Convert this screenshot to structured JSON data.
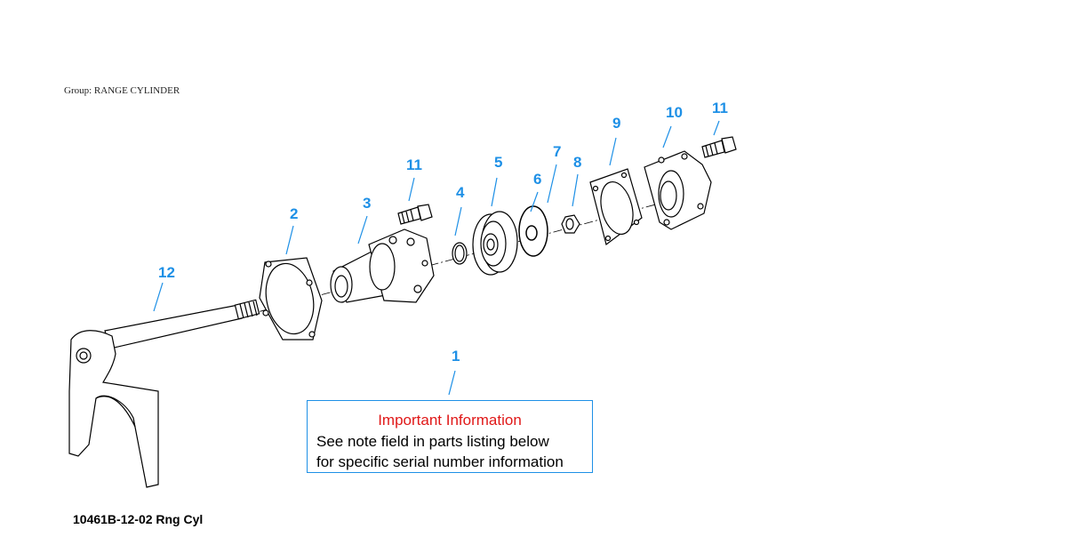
{
  "group_label": "Group: RANGE CYLINDER",
  "callouts": {
    "c1": "1",
    "c2": "2",
    "c3": "3",
    "c4": "4",
    "c5": "5",
    "c6": "6",
    "c7": "7",
    "c8": "8",
    "c9": "9",
    "c10": "10",
    "c11a": "11",
    "c11b": "11",
    "c12": "12"
  },
  "info_box": {
    "title": "Important Information",
    "line1": "See note field in parts listing below",
    "line2": "for specific serial number information"
  },
  "figure_id": "10461B-12-02 Rng Cyl",
  "colors": {
    "callout": "#1e90e6",
    "info_title": "#e01818",
    "line_art": "#000000"
  }
}
